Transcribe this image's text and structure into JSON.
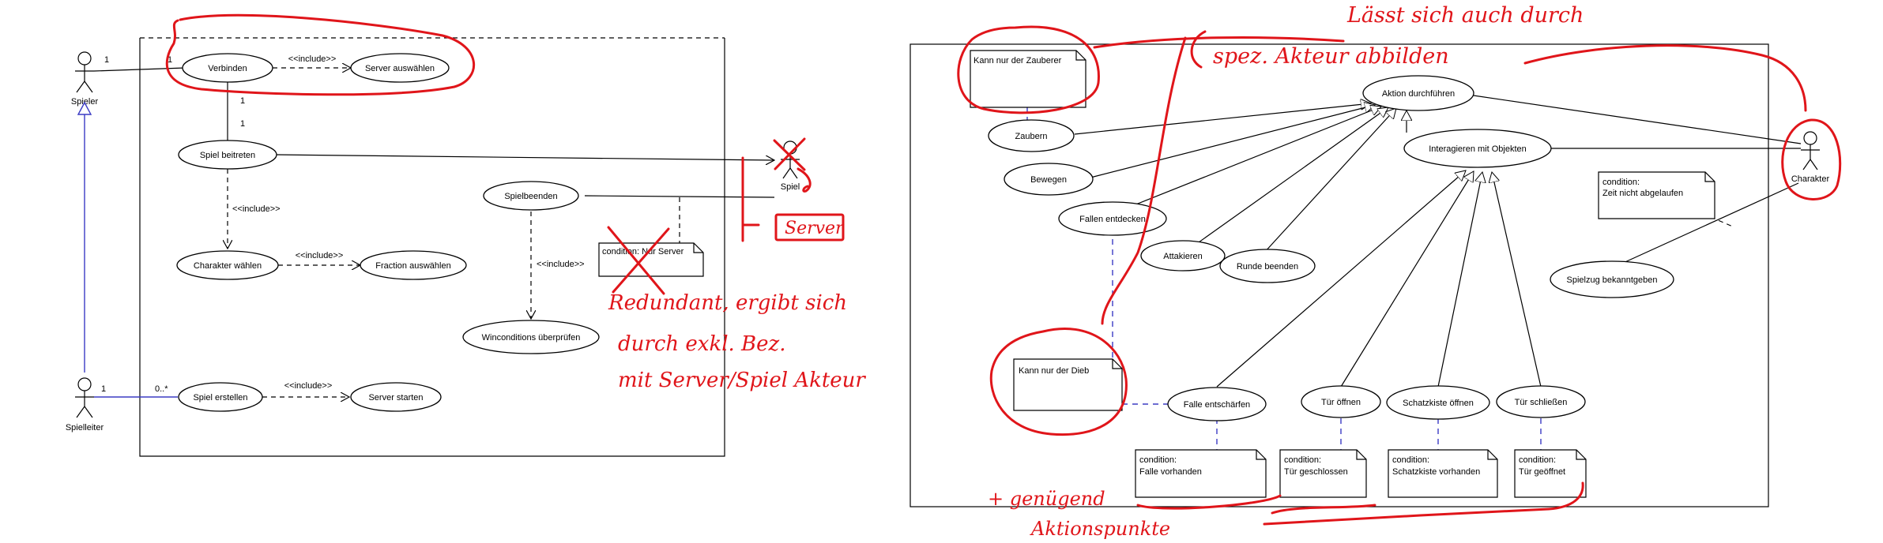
{
  "left_diagram": {
    "actors": {
      "spieler": "Spieler",
      "spielleiter": "Spielleiter",
      "spiel": "Spiel"
    },
    "use_cases": {
      "verbinden": "Verbinden",
      "server_auswaehlen": "Server auswählen",
      "spiel_beitreten": "Spiel beitreten",
      "charakter_waehlen": "Charakter wählen",
      "fraction_auswaehlen": "Fraction auswählen",
      "spielbeenden": "Spielbeenden",
      "winconditions": "Winconditions überprüfen",
      "spiel_erstellen": "Spiel erstellen",
      "server_starten": "Server starten"
    },
    "include_label": "<<include>>",
    "multiplicities": {
      "one": "1",
      "many": "0..*"
    },
    "note": "condition: Nur Server"
  },
  "right_diagram": {
    "actor": "Charakter",
    "use_cases": {
      "aktion_durchfuehren": "Aktion durchführen",
      "zaubern": "Zaubern",
      "bewegen": "Bewegen",
      "fallen_entdecken": "Fallen entdecken",
      "attakieren": "Attakieren",
      "runde_beenden": "Runde beenden",
      "interagieren": "Interagieren mit Objekten",
      "spielzug": "Spielzug bekanntgeben",
      "falle_entschaerfen": "Falle entschärfen",
      "tuer_oeffnen": "Tür öffnen",
      "schatzkiste_oeffnen": "Schatzkiste öffnen",
      "tuer_schliessen": "Tür schließen"
    },
    "notes": {
      "zauberer": "Kann nur der Zauberer",
      "dieb": "Kann nur der Dieb",
      "zeit_l1": "condition:",
      "zeit_l2": "Zeit nicht abgelaufen",
      "falle_l1": "condition:",
      "falle_l2": "Falle vorhanden",
      "tuer_g_l1": "condition:",
      "tuer_g_l2": "Tür geschlossen",
      "schatz_l1": "condition:",
      "schatz_l2": "Schatzkiste vorhanden",
      "tuer_o_l1": "condition:",
      "tuer_o_l2": "Tür geöffnet"
    }
  },
  "handwritten": {
    "top_line1": "Lässt sich auch durch",
    "top_line2": "spez. Akteur abbilden",
    "server_box": "Server",
    "redundant_l1": "Redundant, ergibt sich",
    "redundant_l2": "durch exkl. Bez.",
    "redundant_l3": "mit Server/Spiel Akteur",
    "genuegend_l1": "+ genügend",
    "genuegend_l2": "Aktionspunkte"
  },
  "colors": {
    "annotation": "#e0151a",
    "generalization": "#3b3bc4",
    "frame": "#000000"
  }
}
